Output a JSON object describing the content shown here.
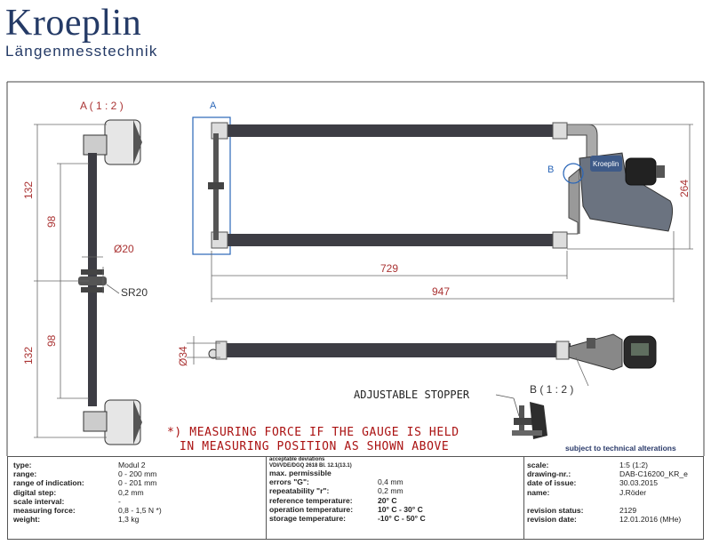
{
  "brand": {
    "name": "Kroeplin",
    "subtitle": "Längenmesstechnik"
  },
  "views": {
    "detail_a_label": "A ( 1 : 2 )",
    "detail_b_label": "B ( 1 : 2 )",
    "callout_a": "A",
    "callout_b": "B"
  },
  "dimensions": {
    "d132_top": "132",
    "d98_top": "98",
    "d20": "Ø20",
    "sr20": "SR20",
    "d98_bottom": "98",
    "d132_bottom": "132",
    "d264": "264",
    "d729": "729",
    "d947": "947",
    "d34": "Ø34"
  },
  "labels": {
    "adjustable_stopper": "ADJUSTABLE STOPPER",
    "gauge_brand": "Kroeplin"
  },
  "note": {
    "line1": "*) MEASURING FORCE IF THE GAUGE IS HELD",
    "line2": "IN MEASURING POSITION AS SHOWN ABOVE"
  },
  "subject_note": "subject to technical alterations",
  "specs": [
    {
      "k": "type:",
      "v": "Modul 2"
    },
    {
      "k": "range:",
      "v": "0 - 200 mm"
    },
    {
      "k": "range of indication:",
      "v": "0 - 201 mm"
    },
    {
      "k": "digital step:",
      "v": "0,2 mm"
    },
    {
      "k": "scale interval:",
      "v": "-"
    },
    {
      "k": "measuring force:",
      "v": "0,8 - 1,5 N   *)"
    },
    {
      "k": "weight:",
      "v": "1,3 kg"
    }
  ],
  "deviations": {
    "head1": "acceptable deviations",
    "head2": "VDI/VDE/DGQ 2618 Bl. 12.1(13.1)",
    "title": "max. permissible",
    "rows": [
      {
        "k": "errors \"G\":",
        "v": "0,4 mm"
      },
      {
        "k": "repeatability \"r\":",
        "v": "0,2 mm"
      },
      {
        "k": "reference temperature:",
        "v": "20° C"
      },
      {
        "k": "operation temperature:",
        "v": "10° C - 30° C"
      },
      {
        "k": "storage temperature:",
        "v": "-10° C - 50° C"
      }
    ]
  },
  "drawing": [
    {
      "k": "scale:",
      "v": "1:5 (1:2)"
    },
    {
      "k": "drawing-nr.:",
      "v": "DAB-C16200_KR_e"
    },
    {
      "k": "date of issue:",
      "v": "30.03.2015"
    },
    {
      "k": "name:",
      "v": "J.Röder"
    },
    {
      "k": "",
      "v": ""
    },
    {
      "k": "revision status:",
      "v": "2129"
    },
    {
      "k": "revision date:",
      "v": "12.01.2016 (MHe)"
    }
  ],
  "colors": {
    "rod": "#3d3d44",
    "brand": "#243a66",
    "dim": "#c44a4a",
    "callout": "#2a66b8",
    "warn": "#aa1111"
  }
}
